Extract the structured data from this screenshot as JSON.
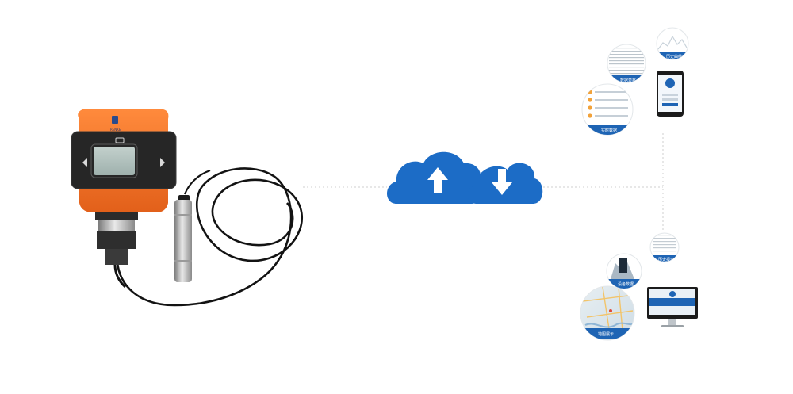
{
  "device": {
    "brand_text": "RENKE",
    "icons": [
      "device-logo-icon",
      "lcd-screen-icon",
      "left-arrow-icon",
      "right-arrow-icon",
      "set-key-icon"
    ]
  },
  "cloud": {
    "icons": [
      "upload-cloud-icon",
      "download-cloud-icon"
    ],
    "color": "#1c6cc6"
  },
  "connector_color": "#cfcfcf",
  "platform_labels": {
    "data_list": "数据表格",
    "curve": "历史曲线",
    "realtime": "实时数据",
    "report": "历史报表",
    "map": "地图展示",
    "device_data": "设备数据"
  },
  "platform_icons": [
    "phone-app-icon",
    "desktop-monitor-icon",
    "map-icon",
    "cloud-logo-icon"
  ]
}
